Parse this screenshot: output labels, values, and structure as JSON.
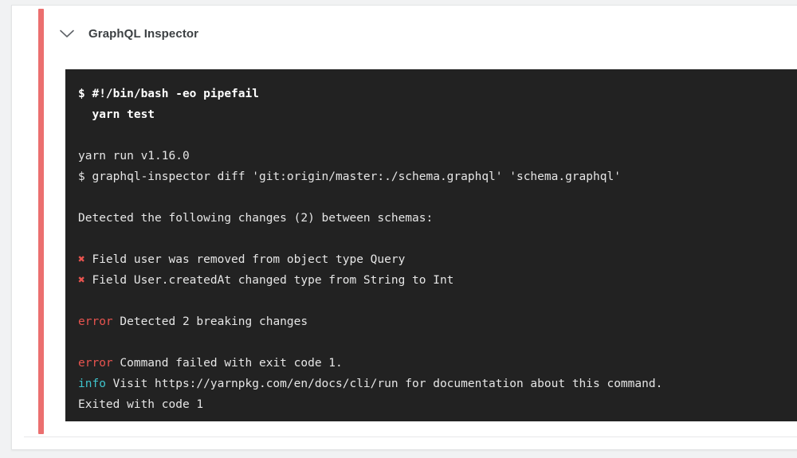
{
  "job": {
    "title": "GraphQL Inspector",
    "collapse_icon": "chevron-down-icon",
    "status_color": "#eb6f6f"
  },
  "terminal": {
    "background_color": "#222222",
    "default_text_color": "#e6e6e6",
    "error_color": "#e8544f",
    "info_color": "#3fc3cc",
    "lines": [
      {
        "id": "cmd-1",
        "type": "command",
        "text": "$ #!/bin/bash -eo pipefail"
      },
      {
        "id": "cmd-2",
        "type": "command",
        "text": "  yarn test"
      },
      {
        "id": "blank-1",
        "type": "blank",
        "text": ""
      },
      {
        "id": "out-1",
        "type": "output",
        "text": "yarn run v1.16.0"
      },
      {
        "id": "out-2",
        "type": "output",
        "text": "$ graphql-inspector diff 'git:origin/master:./schema.graphql' 'schema.graphql'"
      },
      {
        "id": "blank-2",
        "type": "blank",
        "text": ""
      },
      {
        "id": "out-3",
        "type": "output",
        "text": "Detected the following changes (2) between schemas:"
      },
      {
        "id": "blank-3",
        "type": "blank",
        "text": ""
      },
      {
        "id": "change-1",
        "type": "change",
        "marker": "✖",
        "text": "Field user was removed from object type Query"
      },
      {
        "id": "change-2",
        "type": "change",
        "marker": "✖",
        "text": "Field User.createdAt changed type from String to Int"
      },
      {
        "id": "blank-4",
        "type": "blank",
        "text": ""
      },
      {
        "id": "err-1",
        "type": "error",
        "label": "error",
        "text": " Detected 2 breaking changes"
      },
      {
        "id": "blank-5",
        "type": "blank",
        "text": ""
      },
      {
        "id": "err-2",
        "type": "error",
        "label": "error",
        "text": " Command failed with exit code 1."
      },
      {
        "id": "info-1",
        "type": "info",
        "label": "info",
        "text": " Visit https://yarnpkg.com/en/docs/cli/run for documentation about this command."
      },
      {
        "id": "out-4",
        "type": "output",
        "text": "Exited with code 1"
      }
    ]
  }
}
